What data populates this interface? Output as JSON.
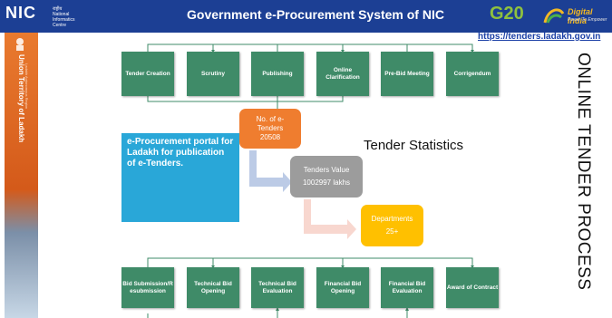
{
  "header": {
    "nic_logo": "NIC",
    "nic_hindi": "राष्ट्रीय",
    "nic_line1": "National",
    "nic_line2": "Informatics",
    "nic_line3": "Centre",
    "title": "Government e-Procurement System of NIC",
    "g20_logo": "G20",
    "digital_india": "Digital India",
    "digital_india_sub": "Power To Empower",
    "url": "https://tenders.ladakh.gov.in"
  },
  "sidebar": {
    "title": "Union Territory of Ladakh",
    "subtitle": "Ladakh Autonomous Region"
  },
  "process_title": "ONLINE TENDER PROCESS",
  "top_steps": [
    "Tender Creation",
    "Scrutiny",
    "Publishing",
    "Online Clarification",
    "Pre-Bid Meeting",
    "Corrigendum"
  ],
  "bottom_steps": [
    "Bid Submission/R esubmission",
    "Technical Bid Opening",
    "Technical Bid Evaluation",
    "Financial Bid Opening",
    "Financial Bid Evaluation",
    "Award of Contract"
  ],
  "portal_text": "e-Procurement portal for Ladakh for publication of e-Tenders.",
  "stats": {
    "heading": "Tender Statistics",
    "tenders_label": "No. of e-Tenders",
    "tenders_value": "20508",
    "value_label": "Tenders Value",
    "value_amount": "1002997 lakhs",
    "departments_label": "Departments",
    "departments_value": "25+"
  },
  "colors": {
    "banner": "#1c3f94",
    "step_green": "#3f8b68",
    "portal_blue": "#29a7d8",
    "pill_orange": "#ef7d2f",
    "pill_gray": "#9c9c9c",
    "pill_yellow": "#ffc000"
  }
}
